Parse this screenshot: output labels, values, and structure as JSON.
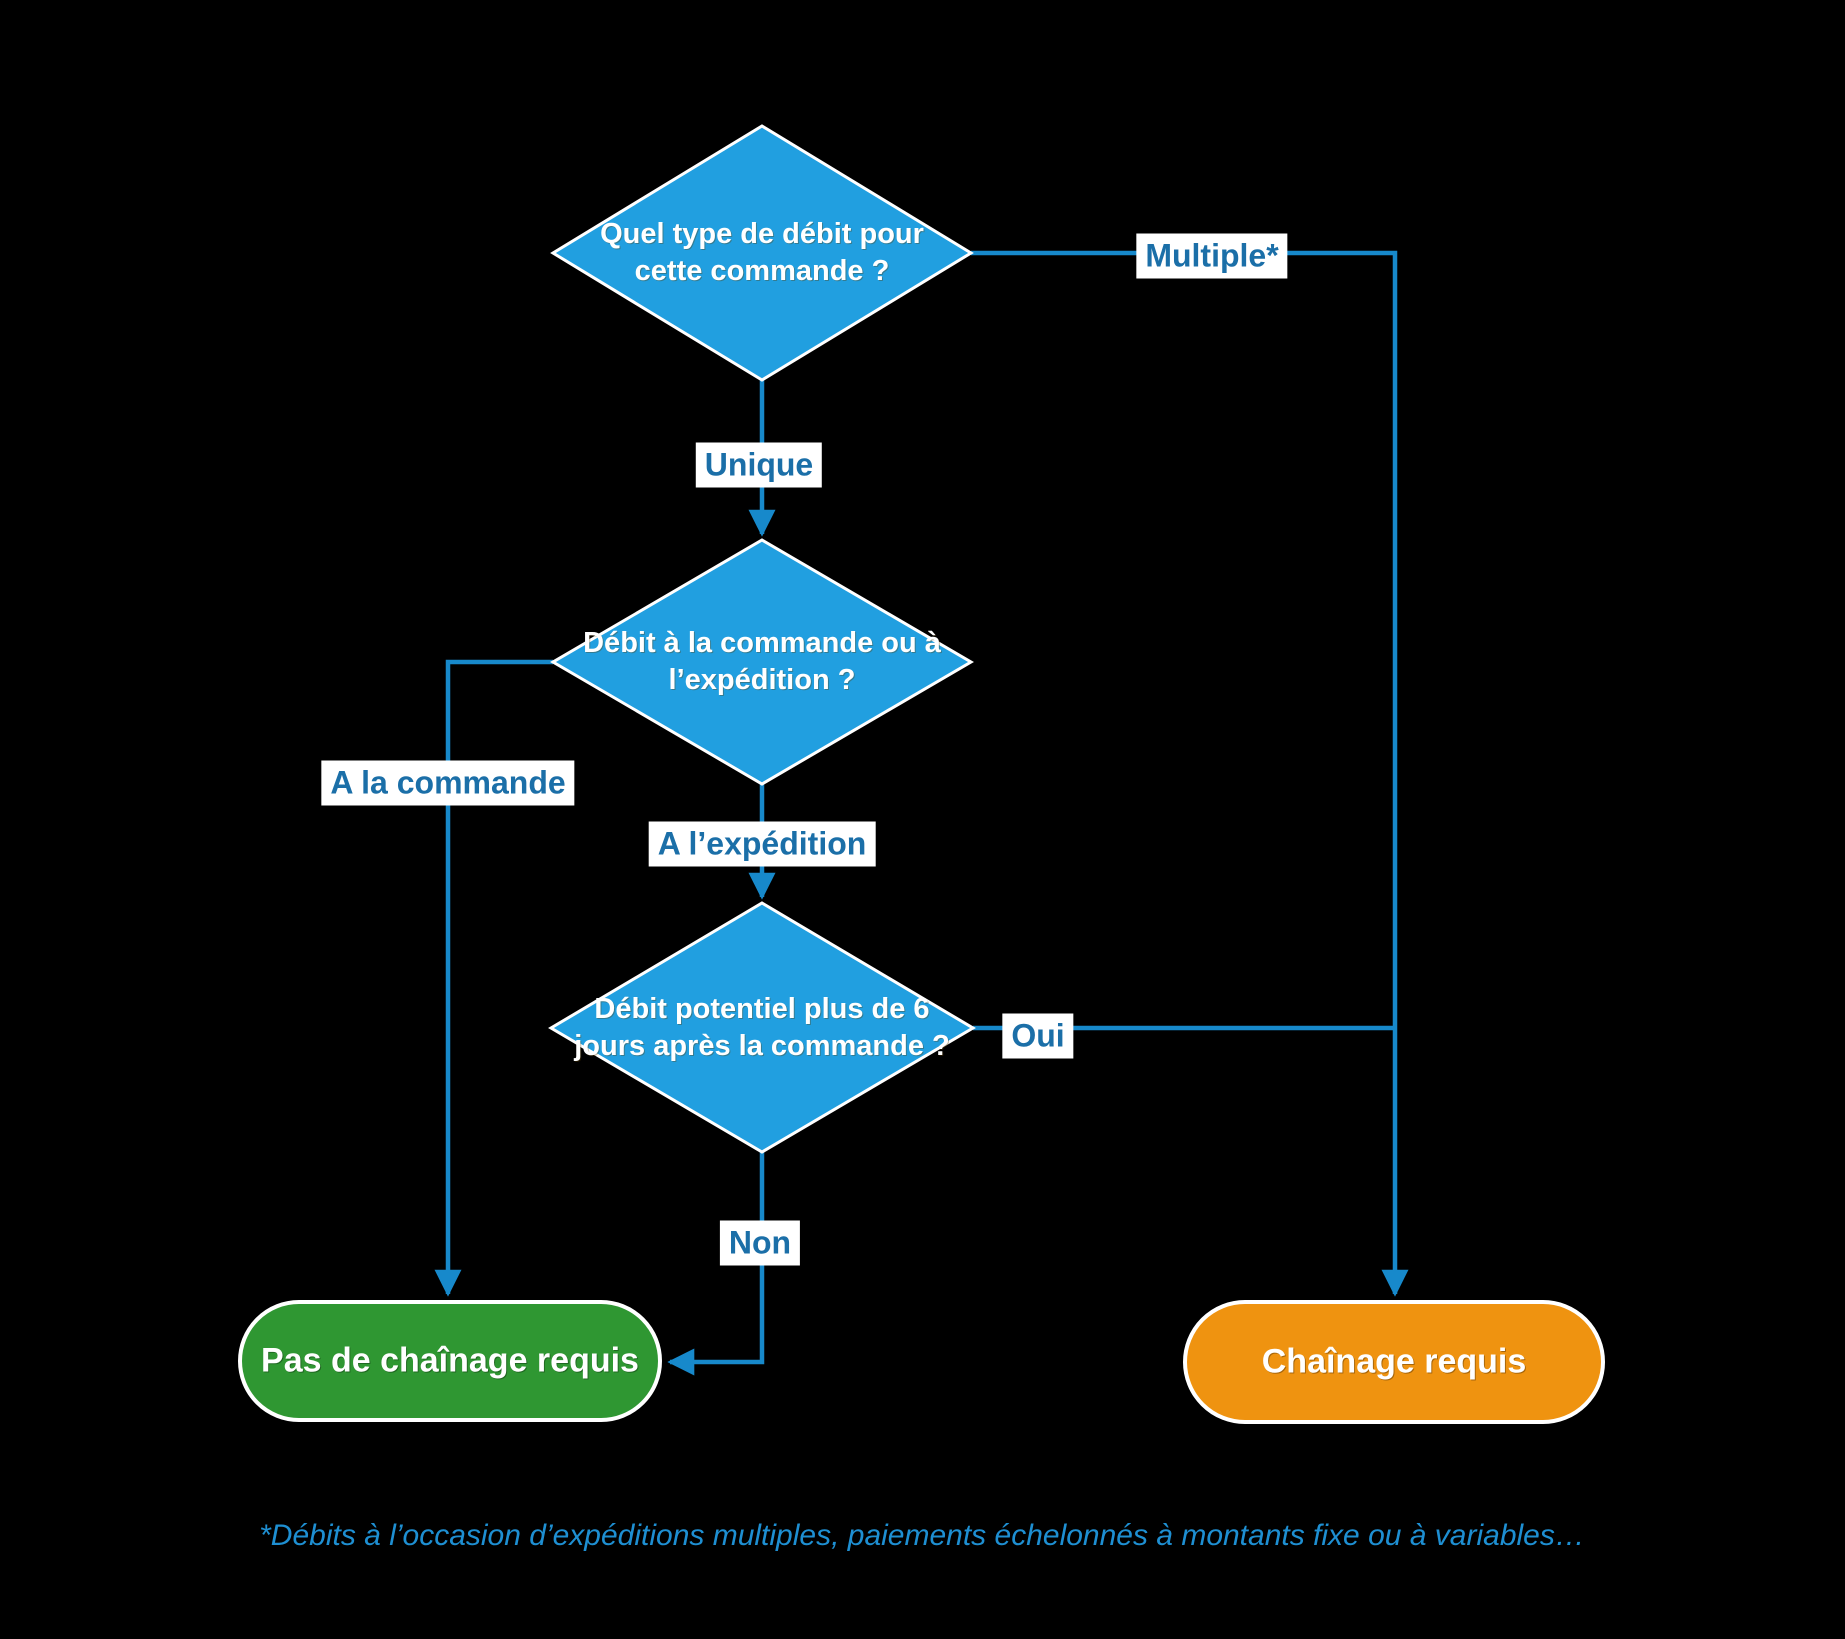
{
  "title": "Flowchart: type de débit et chaînage",
  "colors": {
    "background": "#000000",
    "decision_fill": "#219FE0",
    "node_border": "#FFFFFF",
    "edge_line": "#1789CB",
    "arrowhead": "#1789CB",
    "edge_label_text": "#1B6FA8",
    "edge_label_bg": "#FFFFFF",
    "terminal_green_fill": "#2F9732",
    "terminal_orange_fill": "#EF9310",
    "node_text": "#FFFFFF",
    "footnote_text": "#1E8FD2"
  },
  "nodes": {
    "q1": {
      "lines": [
        "Quel type de débit pour",
        "cette commande ?"
      ]
    },
    "q2": {
      "lines": [
        "Débit à la commande ou à",
        "l’expédition ?"
      ]
    },
    "q3": {
      "lines": [
        "Débit potentiel plus de 6",
        "jours après la commande ?"
      ]
    },
    "no_chain": {
      "label": "Pas de chaînage requis"
    },
    "chain": {
      "label": "Chaînage requis"
    }
  },
  "edge_labels": {
    "multiple": "Multiple*",
    "unique": "Unique",
    "a_la_commande": "A la commande",
    "a_l_expedition": "A l’expédition",
    "oui": "Oui",
    "non": "Non"
  },
  "footnote": "*Débits à l’occasion d’expéditions multiples, paiements échelonnés à montants fixe ou à variables…"
}
